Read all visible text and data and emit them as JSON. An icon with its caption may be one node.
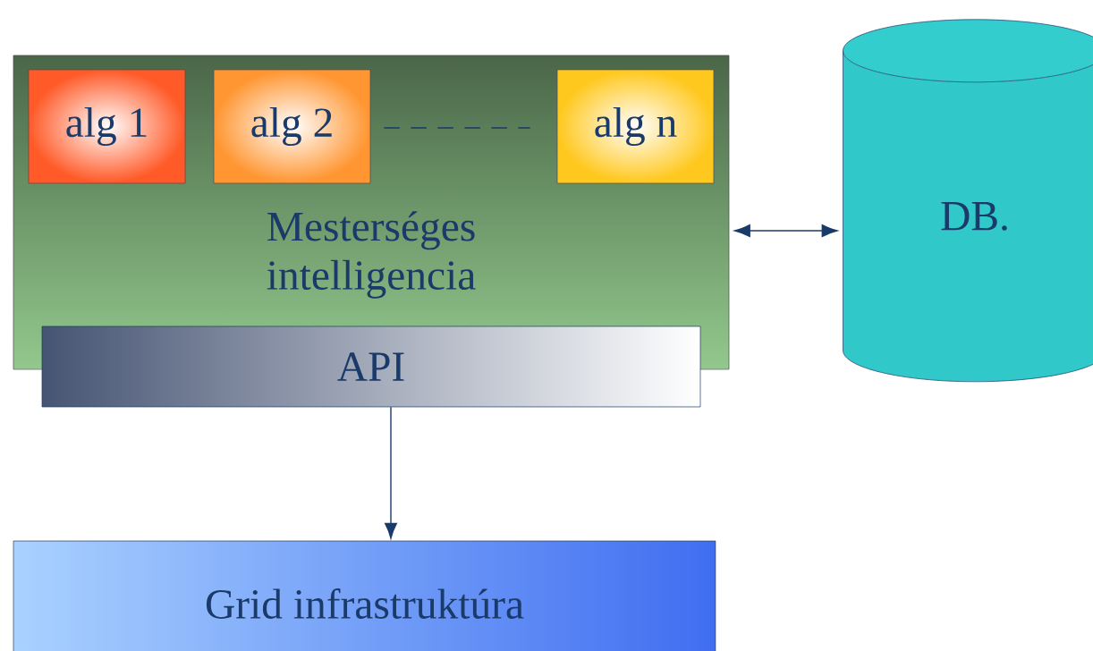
{
  "diagram": {
    "nodes": [
      {
        "text": [
          "Mesterséges intelligencia"
        ]
      },
      {
        "text": [
          "alg 1"
        ],
        "in": 0
      },
      {
        "text": [
          "alg 2"
        ],
        "in": 0
      },
      {
        "text": [
          "alg n"
        ],
        "in": 0
      },
      {
        "text": [
          "API"
        ]
      },
      {
        "text": [
          "DB."
        ]
      },
      {
        "text": [
          "Grid infrastruktúra"
        ]
      }
    ],
    "edges": [
      {
        "from": 2,
        "to": 3,
        "arrow": "none",
        "style": "dashed"
      },
      {
        "from": 0,
        "to": 5,
        "arrow": "both"
      },
      {
        "from": 4,
        "to": 6,
        "arrow": "to"
      }
    ]
  }
}
